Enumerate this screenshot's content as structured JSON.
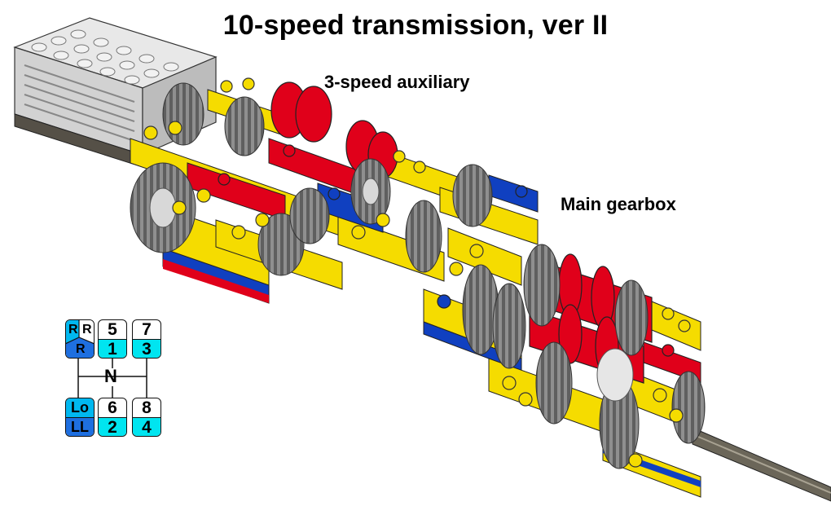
{
  "diagram": {
    "title": "10-speed transmission, ver II",
    "labels": {
      "auxiliary": "3-speed auxiliary",
      "main": "Main gearbox"
    },
    "shift_pattern": {
      "reverse_top_left": "R",
      "reverse_top_right": "R",
      "reverse_bottom": "R",
      "gear_5": "5",
      "gear_1": "1",
      "gear_7": "7",
      "gear_3": "3",
      "neutral": "N",
      "low": "Lo",
      "low_low": "LL",
      "gear_6": "6",
      "gear_2": "2",
      "gear_8": "8",
      "gear_4": "4"
    },
    "colors": {
      "yellow": "#f5dc00",
      "red": "#e0001a",
      "blue": "#1040c0",
      "gray": "#9a9a9a",
      "dark_gray": "#555047",
      "light_gray": "#d8d8d8",
      "cyan": "#00e5f0"
    }
  }
}
